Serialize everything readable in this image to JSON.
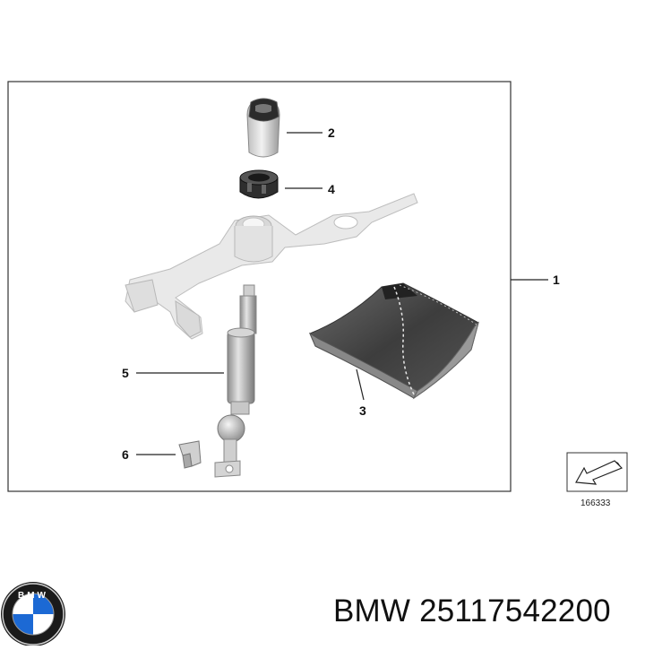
{
  "diagram": {
    "callouts": {
      "part_1": "1",
      "part_2": "2",
      "part_3": "3",
      "part_4": "4",
      "part_5": "5",
      "part_6": "6"
    },
    "reference_code": "166333"
  },
  "brand": {
    "logo_letters": "BMW",
    "name": "BMW",
    "part_number": "25117542200"
  },
  "colors": {
    "logo_blue": "#1c69d4",
    "logo_black": "#1a1a1a",
    "frame": "#333333"
  }
}
